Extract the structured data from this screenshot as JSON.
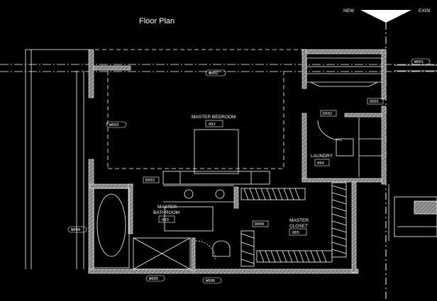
{
  "title": "Floor Plan",
  "legend": {
    "new": "NEW",
    "existing": "EXISI"
  },
  "rooms": {
    "bedroom": {
      "name": "MASTER BEDROOM",
      "code": "002"
    },
    "laundry": {
      "name": "LAUNDRY",
      "code": "004"
    },
    "bathroom": {
      "name1": "MASTER",
      "name2": "BATHROOM",
      "code": "003"
    },
    "closet": {
      "name1": "MASTER",
      "name2": "CLOSET",
      "code": "005"
    }
  },
  "tags": {
    "w001": "W001",
    "w002": "W002",
    "w003": "W003",
    "w004": "W004",
    "d001": "D001",
    "d002": "D002",
    "d003": "D003",
    "d004": "D004",
    "w005": "W005",
    "w006": "W006"
  },
  "colors": {
    "background": "#000000",
    "line": "#ffffff",
    "wall_fill": "#9a9a9a"
  }
}
